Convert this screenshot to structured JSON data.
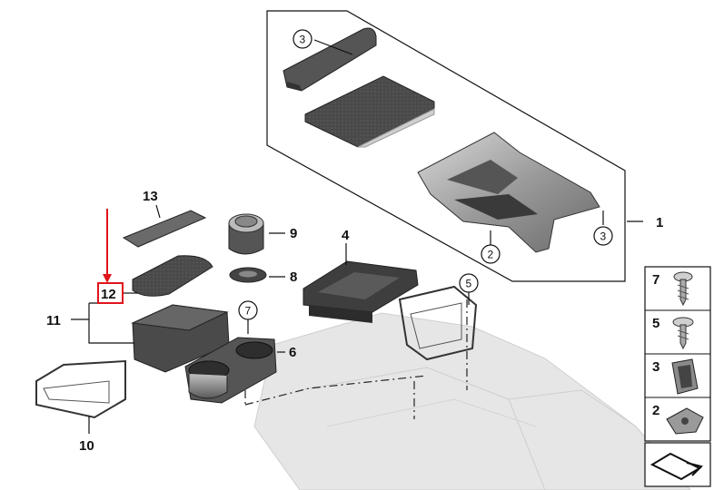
{
  "labels": {
    "p1": "1",
    "p2": "2",
    "p3a": "3",
    "p3b": "3",
    "p4": "4",
    "p5": "5",
    "p6": "6",
    "p7": "7",
    "p8": "8",
    "p9": "9",
    "p10": "10",
    "p11": "11",
    "p12": "12",
    "p13": "13"
  },
  "legend": [
    "7",
    "5",
    "3",
    "2"
  ],
  "colors": {
    "highlight": "#e0141b",
    "part_dark": "#3d3d3d",
    "part_mid": "#6b6b6b",
    "ghost": "#e6e6e6"
  },
  "icons": {
    "nav": "arrow-right-icon"
  }
}
